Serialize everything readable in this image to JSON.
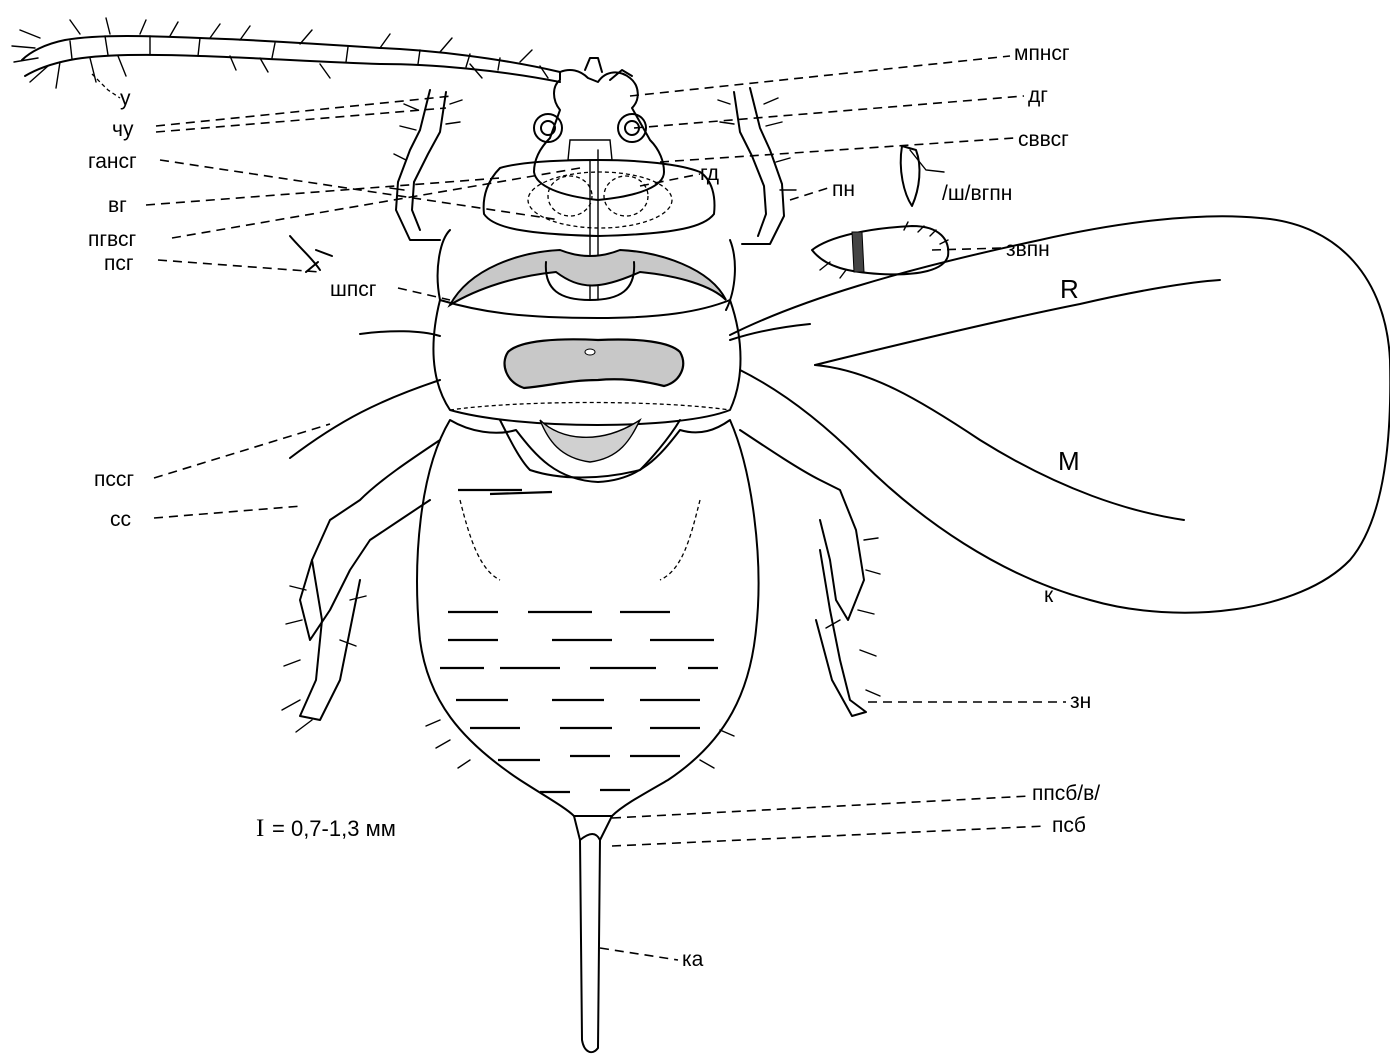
{
  "labels": {
    "u": "у",
    "chu": "чу",
    "gansg": "гансг",
    "vg": "вг",
    "pgvsg": "пгвсг",
    "psg": "псг",
    "shpsg": "шпсг",
    "pssg": "пссг",
    "ss": "сс",
    "mpnsg": "мпнсг",
    "dg": "дг",
    "svvsg": "сввсг",
    "gd": "гд",
    "pn": "пн",
    "sh_vgpn": "/ш/вгпн",
    "zvpn": "звпн",
    "R": "R",
    "M": "M",
    "k": "к",
    "zn": "зн",
    "ppsb_v": "ппсб/в/",
    "psb": "псб",
    "ka": "ка"
  },
  "scale": {
    "symbol": "I",
    "value": "= 0,7-1,3 мм"
  }
}
